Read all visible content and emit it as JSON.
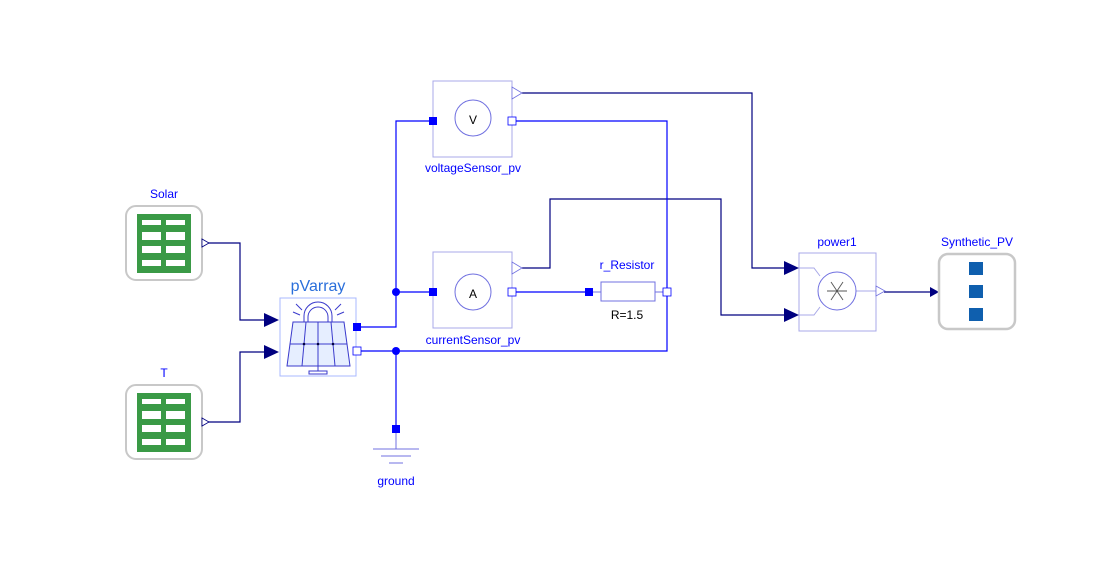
{
  "diagram": {
    "title": "Synthetic PV model",
    "components": {
      "solar": {
        "name": "Solar",
        "type": "CombiTimeTable",
        "icon": "table-icon"
      },
      "temperature": {
        "name": "T",
        "type": "CombiTimeTable",
        "icon": "table-icon"
      },
      "pv_array": {
        "name": "pVarray",
        "type": "PVArray",
        "icon": "solar-panel-icon"
      },
      "voltage_sensor": {
        "name": "voltageSensor_pv",
        "symbol": "V",
        "icon": "voltmeter-icon"
      },
      "current_sensor": {
        "name": "currentSensor_pv",
        "symbol": "A",
        "icon": "ammeter-icon"
      },
      "resistor": {
        "name": "r_Resistor",
        "parameter": "R=1.5",
        "icon": "resistor-icon"
      },
      "power": {
        "name": "power1",
        "type": "Product",
        "icon": "multiply-icon"
      },
      "output": {
        "name": "Synthetic_PV",
        "type": "Output",
        "icon": "output-icon"
      },
      "ground": {
        "name": "ground",
        "icon": "ground-icon"
      }
    },
    "colors": {
      "electrical_wire": "#0000ff",
      "signal_wire": "#000080",
      "table_green": "#3a9a46",
      "output_blue": "#0f5fae",
      "label_blue": "#0000ff",
      "pv_label": "#2a6fdb"
    }
  }
}
